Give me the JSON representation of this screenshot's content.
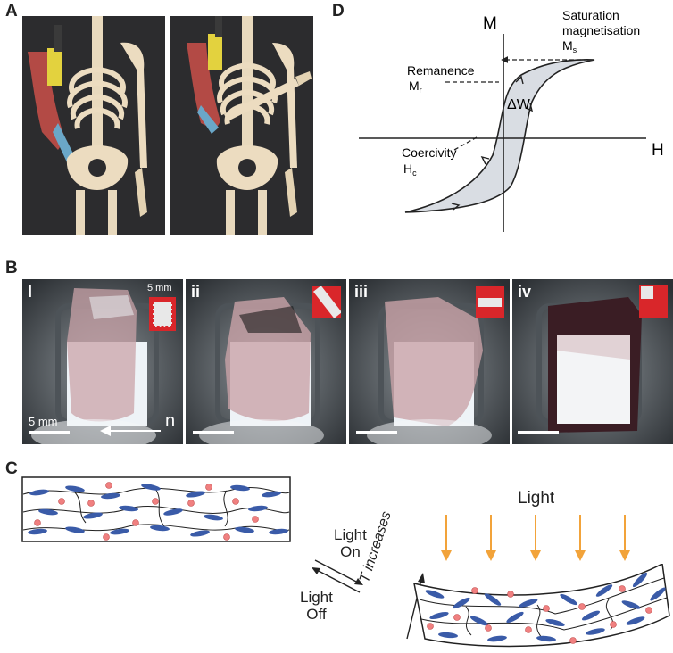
{
  "panels": {
    "A": {
      "letter": "A"
    },
    "B": {
      "letter": "B",
      "frames": [
        {
          "label": "I"
        },
        {
          "label": "ii"
        },
        {
          "label": "iii"
        },
        {
          "label": "iv"
        }
      ],
      "inset_scale": "5 mm",
      "scale_bar": "5 mm",
      "director": "n"
    },
    "C": {
      "letter": "C",
      "light_on_1": "Light",
      "light_on_2": "On",
      "light_off_1": "Light",
      "light_off_2": "Off",
      "light": "Light",
      "temp_axis": "T increases"
    },
    "D": {
      "letter": "D",
      "axis_m": "M",
      "axis_h": "H",
      "saturation_1": "Saturation",
      "saturation_2": "magnetisation",
      "saturation_sym": "M",
      "saturation_sub": "s",
      "remanence": "Remanence",
      "remanence_sym": "M",
      "remanence_sub": "r",
      "coercivity": "Coercivity",
      "coercivity_sym": "H",
      "coercivity_sub": "c",
      "area": "ΔW"
    }
  },
  "colors": {
    "ellipse": "#3a5ba8",
    "particle": "#f08080",
    "arrow": "#f2a33a",
    "loop_fill": "#d9dde3",
    "inset_red": "#d9262a"
  }
}
